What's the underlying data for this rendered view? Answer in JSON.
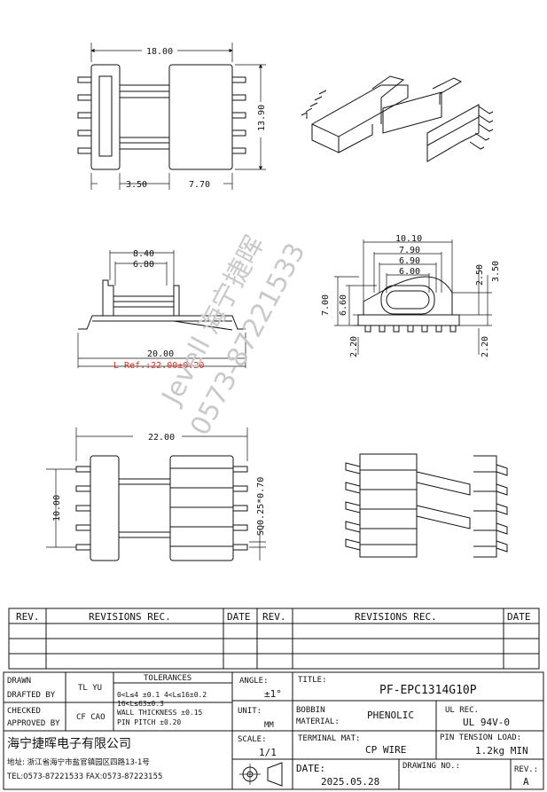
{
  "dimensions": {
    "top_width": "18.00",
    "top_height": "13.90",
    "top_left_w": "3.50",
    "top_right_w": "7.70",
    "side_840": "8.40",
    "side_680": "6.80",
    "side_width": "20.00",
    "lref": "L Ref.:22.00±0.20",
    "front_1010": "10.10",
    "front_790": "7.90",
    "front_690": "6.90",
    "front_600": "6.00",
    "front_250": "2.50",
    "front_350": "3.50",
    "front_700": "7.00",
    "front_660": "6.60",
    "front_220_left": "2.20",
    "front_220_right": "2.20",
    "bottom_width": "22.00",
    "bottom_height": "10.00",
    "pin": "SQ0.25*0.70"
  },
  "watermark": {
    "line1": "Jevell 海宁捷晖",
    "line2": "0573-87221533"
  },
  "revisions": {
    "rev": "REV.",
    "rec": "REVISIONS  REC.",
    "date": "DATE"
  },
  "title_block": {
    "drawn_label": "DRAWN",
    "drafted_label": "DRAFTED BY",
    "drafted_value": "TL YU",
    "checked_label": "CHECKED",
    "approved_label": "APPROVED BY",
    "approved_value": "CF CAO",
    "tolerances_label": "TOLERANCES",
    "tol_line1": "0<L≤4 ±0.1 4<L≤16±0.2",
    "tol_line2": "16<L≤63±0.3",
    "tol_line3": "WALL THICKNESS ±0.15",
    "tol_line4": "PIN PITCH ±0.20",
    "angle_label": "ANGLE:",
    "angle_value": "±1°",
    "unit_label": "UNIT:",
    "unit_value": "MM",
    "scale_label": "SCALE:",
    "scale_value": "1/1",
    "title_label": "TITLE:",
    "title_value": "PF-EPC1314G10P",
    "bobbin_label1": "BOBBIN",
    "bobbin_label2": "MATERIAL:",
    "bobbin_value": "PHENOLIC",
    "ul_label": "UL REC.",
    "ul_value": "UL 94V-0",
    "terminal_label": "TERMINAL MAT:",
    "terminal_value": "CP WIRE",
    "tension_label": "PIN TENSION LOAD:",
    "tension_value": "1.2kg MIN",
    "date_label": "DATE:",
    "date_value": "2025.05.28",
    "drawing_no_label": "DRAWING NO.:",
    "rev_label": "REV.:",
    "rev_value": "A",
    "company": "海宁捷晖电子有限公司",
    "address": "地址: 浙江省海宁市盐官镇园区四路13-1号",
    "phone": "TEL:0573-87221533 FAX:0573-87223155"
  }
}
